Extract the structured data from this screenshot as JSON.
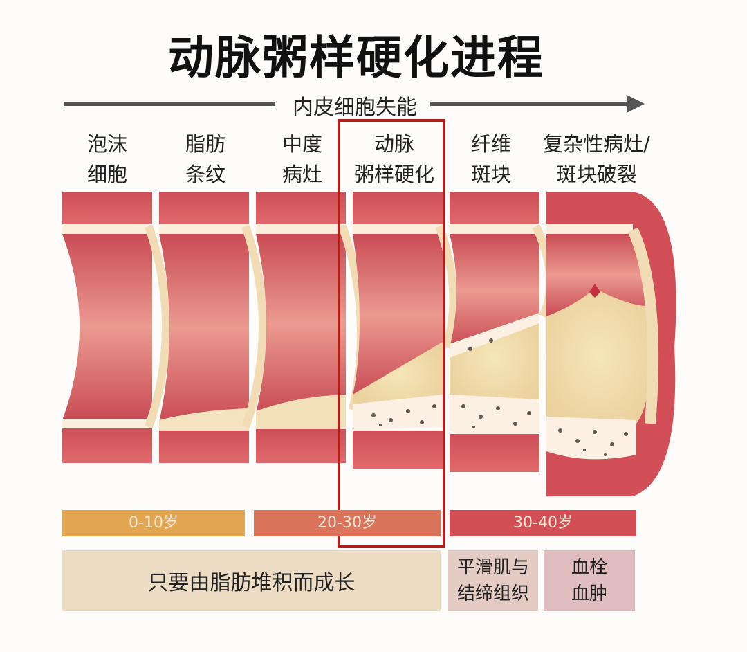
{
  "title": "动脉粥样硬化进程",
  "arrow": {
    "label": "内皮细胞失能",
    "icon": "right-arrow-icon"
  },
  "stages": [
    {
      "line1": "泡沫",
      "line2": "细胞"
    },
    {
      "line1": "脂肪",
      "line2": "条纹"
    },
    {
      "line1": "中度",
      "line2": "病灶"
    },
    {
      "line1": "动脉",
      "line2": "粥样硬化",
      "highlighted": true
    },
    {
      "line1": "纤维",
      "line2": "斑块"
    },
    {
      "line1": "复杂性病灶/",
      "line2": "斑块破裂"
    }
  ],
  "age_bars": [
    {
      "label": "0-10岁",
      "color": "#e2a650"
    },
    {
      "label": "20-30岁",
      "color": "#d9735a"
    },
    {
      "label": "30-40岁",
      "color": "#d24f56"
    }
  ],
  "descriptions": [
    {
      "text": "只要由脂肪堆积而成长",
      "color": "#ecdcc4"
    },
    {
      "line1": "平滑肌与",
      "line2": "结缔组织",
      "color": "#e4cbc4"
    },
    {
      "line1": "血栓",
      "line2": "血肿",
      "color": "#dfbcbe"
    }
  ],
  "colors": {
    "vessel_wall": "#d95c63",
    "vessel_inner": "#e78a85",
    "intima": "#fbeedd",
    "plaque": "#f1dfae",
    "highlight_border": "#b01e1e"
  }
}
